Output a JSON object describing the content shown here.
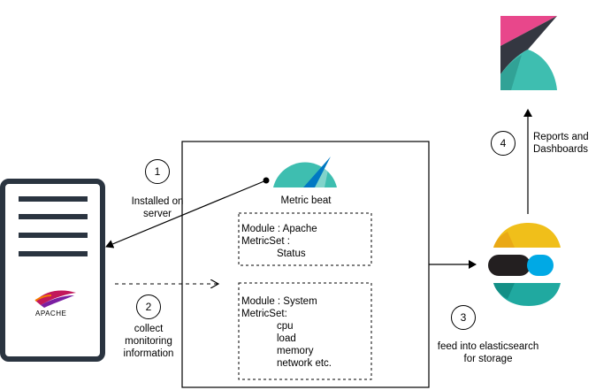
{
  "steps": [
    {
      "number": "1",
      "lines": [
        "Installed on",
        "server"
      ]
    },
    {
      "number": "2",
      "lines": [
        "collect",
        "monitoring",
        "information"
      ]
    },
    {
      "number": "3",
      "lines": [
        "feed into elasticsearch",
        "for storage"
      ]
    },
    {
      "number": "4",
      "lines": [
        "Reports and",
        "Dashboards"
      ]
    }
  ],
  "metricbeat": {
    "title": "Metric beat",
    "module_apache": {
      "module": "Module : Apache",
      "metricset": "MetricSet :",
      "items": [
        "Status"
      ]
    },
    "module_system": {
      "module": "Module : System",
      "metricset": "MetricSet:",
      "items": [
        "cpu",
        "load",
        "memory",
        "network etc."
      ]
    }
  },
  "server": {
    "logo_text": "APACHE"
  },
  "colors": {
    "server_border": "#2a3440",
    "kibana_pink": "#e8478b",
    "kibana_dark": "#343741",
    "kibana_teal": "#3ebeb0",
    "es_yellow": "#f0bf1a",
    "es_teal": "#20a9a0",
    "es_blue": "#00a9e5",
    "es_dark": "#231f20",
    "beat_teal": "#3ebeb0",
    "beat_blue": "#0078c3"
  },
  "icons": [
    "server-icon",
    "apache-feather-icon",
    "metricbeat-gauge-icon",
    "elasticsearch-logo-icon",
    "kibana-logo-icon"
  ]
}
